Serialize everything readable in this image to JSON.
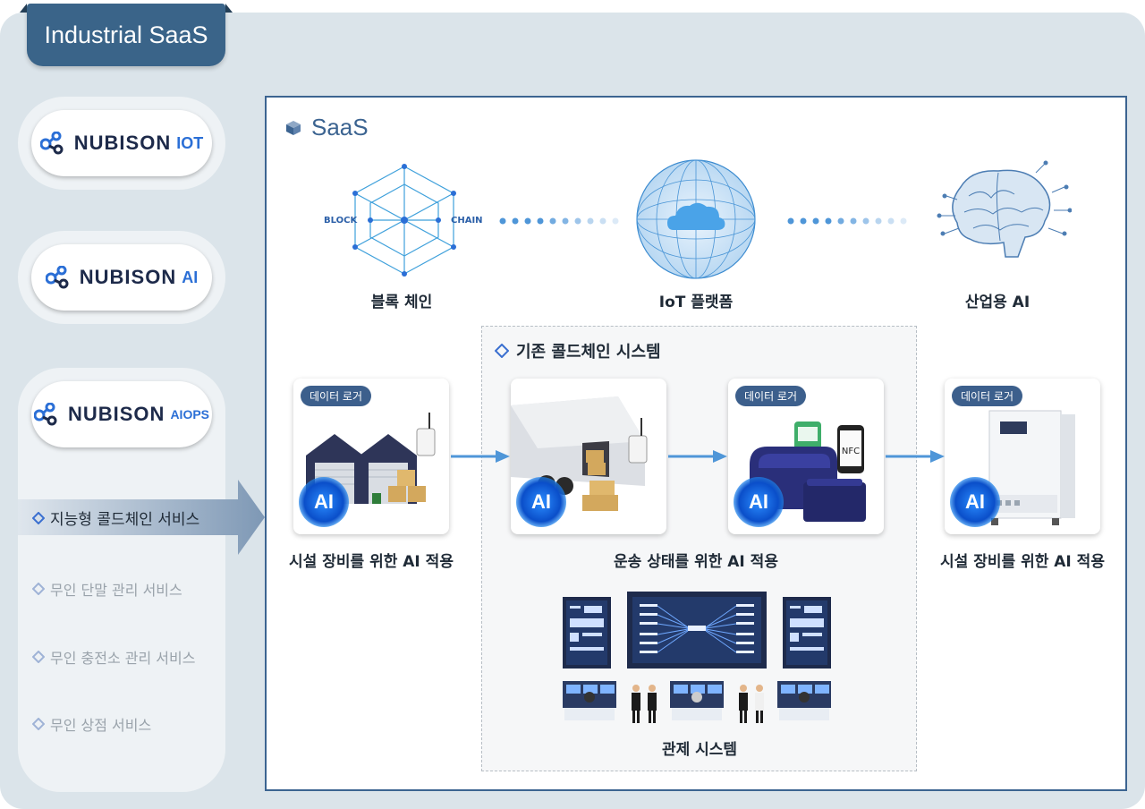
{
  "header": {
    "title": "Industrial SaaS"
  },
  "logos": [
    {
      "word": "NUBISON",
      "suffix": "IOT"
    },
    {
      "word": "NUBISON",
      "suffix": "AI"
    },
    {
      "word": "NUBISON",
      "suffix": "AIOPS"
    }
  ],
  "services": [
    {
      "label": "지능형 콜드체인 서비스"
    },
    {
      "label": "무인 단말 관리 서비스"
    },
    {
      "label": "무인 충전소 관리 서비스"
    },
    {
      "label": "무인 상점 서비스"
    }
  ],
  "saas": {
    "title": "SaaS",
    "top_nodes": [
      {
        "caption": "블록 체인",
        "left_tag": "BLOCK",
        "right_tag": "CHAIN"
      },
      {
        "caption": "IoT 플랫폼"
      },
      {
        "caption": "산업용 AI"
      }
    ],
    "legacy": {
      "title": "기존 콜드체인 시스템",
      "control_caption": "관제 시스템"
    },
    "cards": [
      {
        "badge": "데이터 로거",
        "ai": "AI"
      },
      {
        "ai": "AI"
      },
      {
        "badge": "데이터 로거",
        "ai": "AI",
        "nfc": "NFC"
      },
      {
        "badge": "데이터 로거",
        "ai": "AI"
      }
    ],
    "captions": {
      "facility_left": "시설 장비를 위한 AI 적용",
      "transport": "운송 상태를 위한 AI 적용",
      "facility_right": "시설 장비를 위한 AI 적용"
    }
  },
  "colors": {
    "primary": "#3a6489",
    "accent_blue": "#1a72d8",
    "panel_bg": "#dbe4ea"
  }
}
